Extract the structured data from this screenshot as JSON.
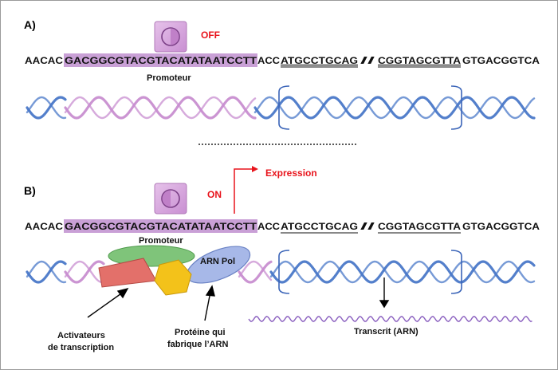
{
  "panel_a": {
    "label": "A)",
    "state": "OFF",
    "seq_left": "AACAC",
    "seq_promoter": "GACGGCGTACGTACATATAATCCTT",
    "seq_mid": "ACC",
    "seq_gene_1": "ATGCCTGCAG",
    "seq_slash": "//",
    "seq_gene_2": "CGGTAGCGTTA",
    "seq_right": "GTGACGGTCA",
    "promoter_label": "Promoteur"
  },
  "panel_b": {
    "label": "B)",
    "state": "ON",
    "expression": "Expression",
    "seq_left": "AACAC",
    "seq_promoter": "GACGGCGTACGTACATATAATCCTT",
    "seq_mid": "ACC",
    "seq_gene_1": "ATGCCTGCAG",
    "seq_slash": "//",
    "seq_gene_2": "CGGTAGCGTTA",
    "seq_right": "GTGACGGTCA",
    "promoter_label": "Promoteur",
    "polymerase_label": "ARN Pol",
    "activators_line1": "Activateurs",
    "activators_line2": "de transcription",
    "protein_line1": "Protéine qui",
    "protein_line2": "fabrique l’ARN",
    "transcript_label": "Transcrit (ARN)"
  },
  "colors": {
    "promoter_highlight": "#c9a0d6",
    "dna_blue": "#4a78c8",
    "dna_pink": "#c88ed0",
    "state_red": "#e8141c",
    "rna_purple": "#8a5fbf",
    "switch_fill": "#d9a8e0"
  }
}
